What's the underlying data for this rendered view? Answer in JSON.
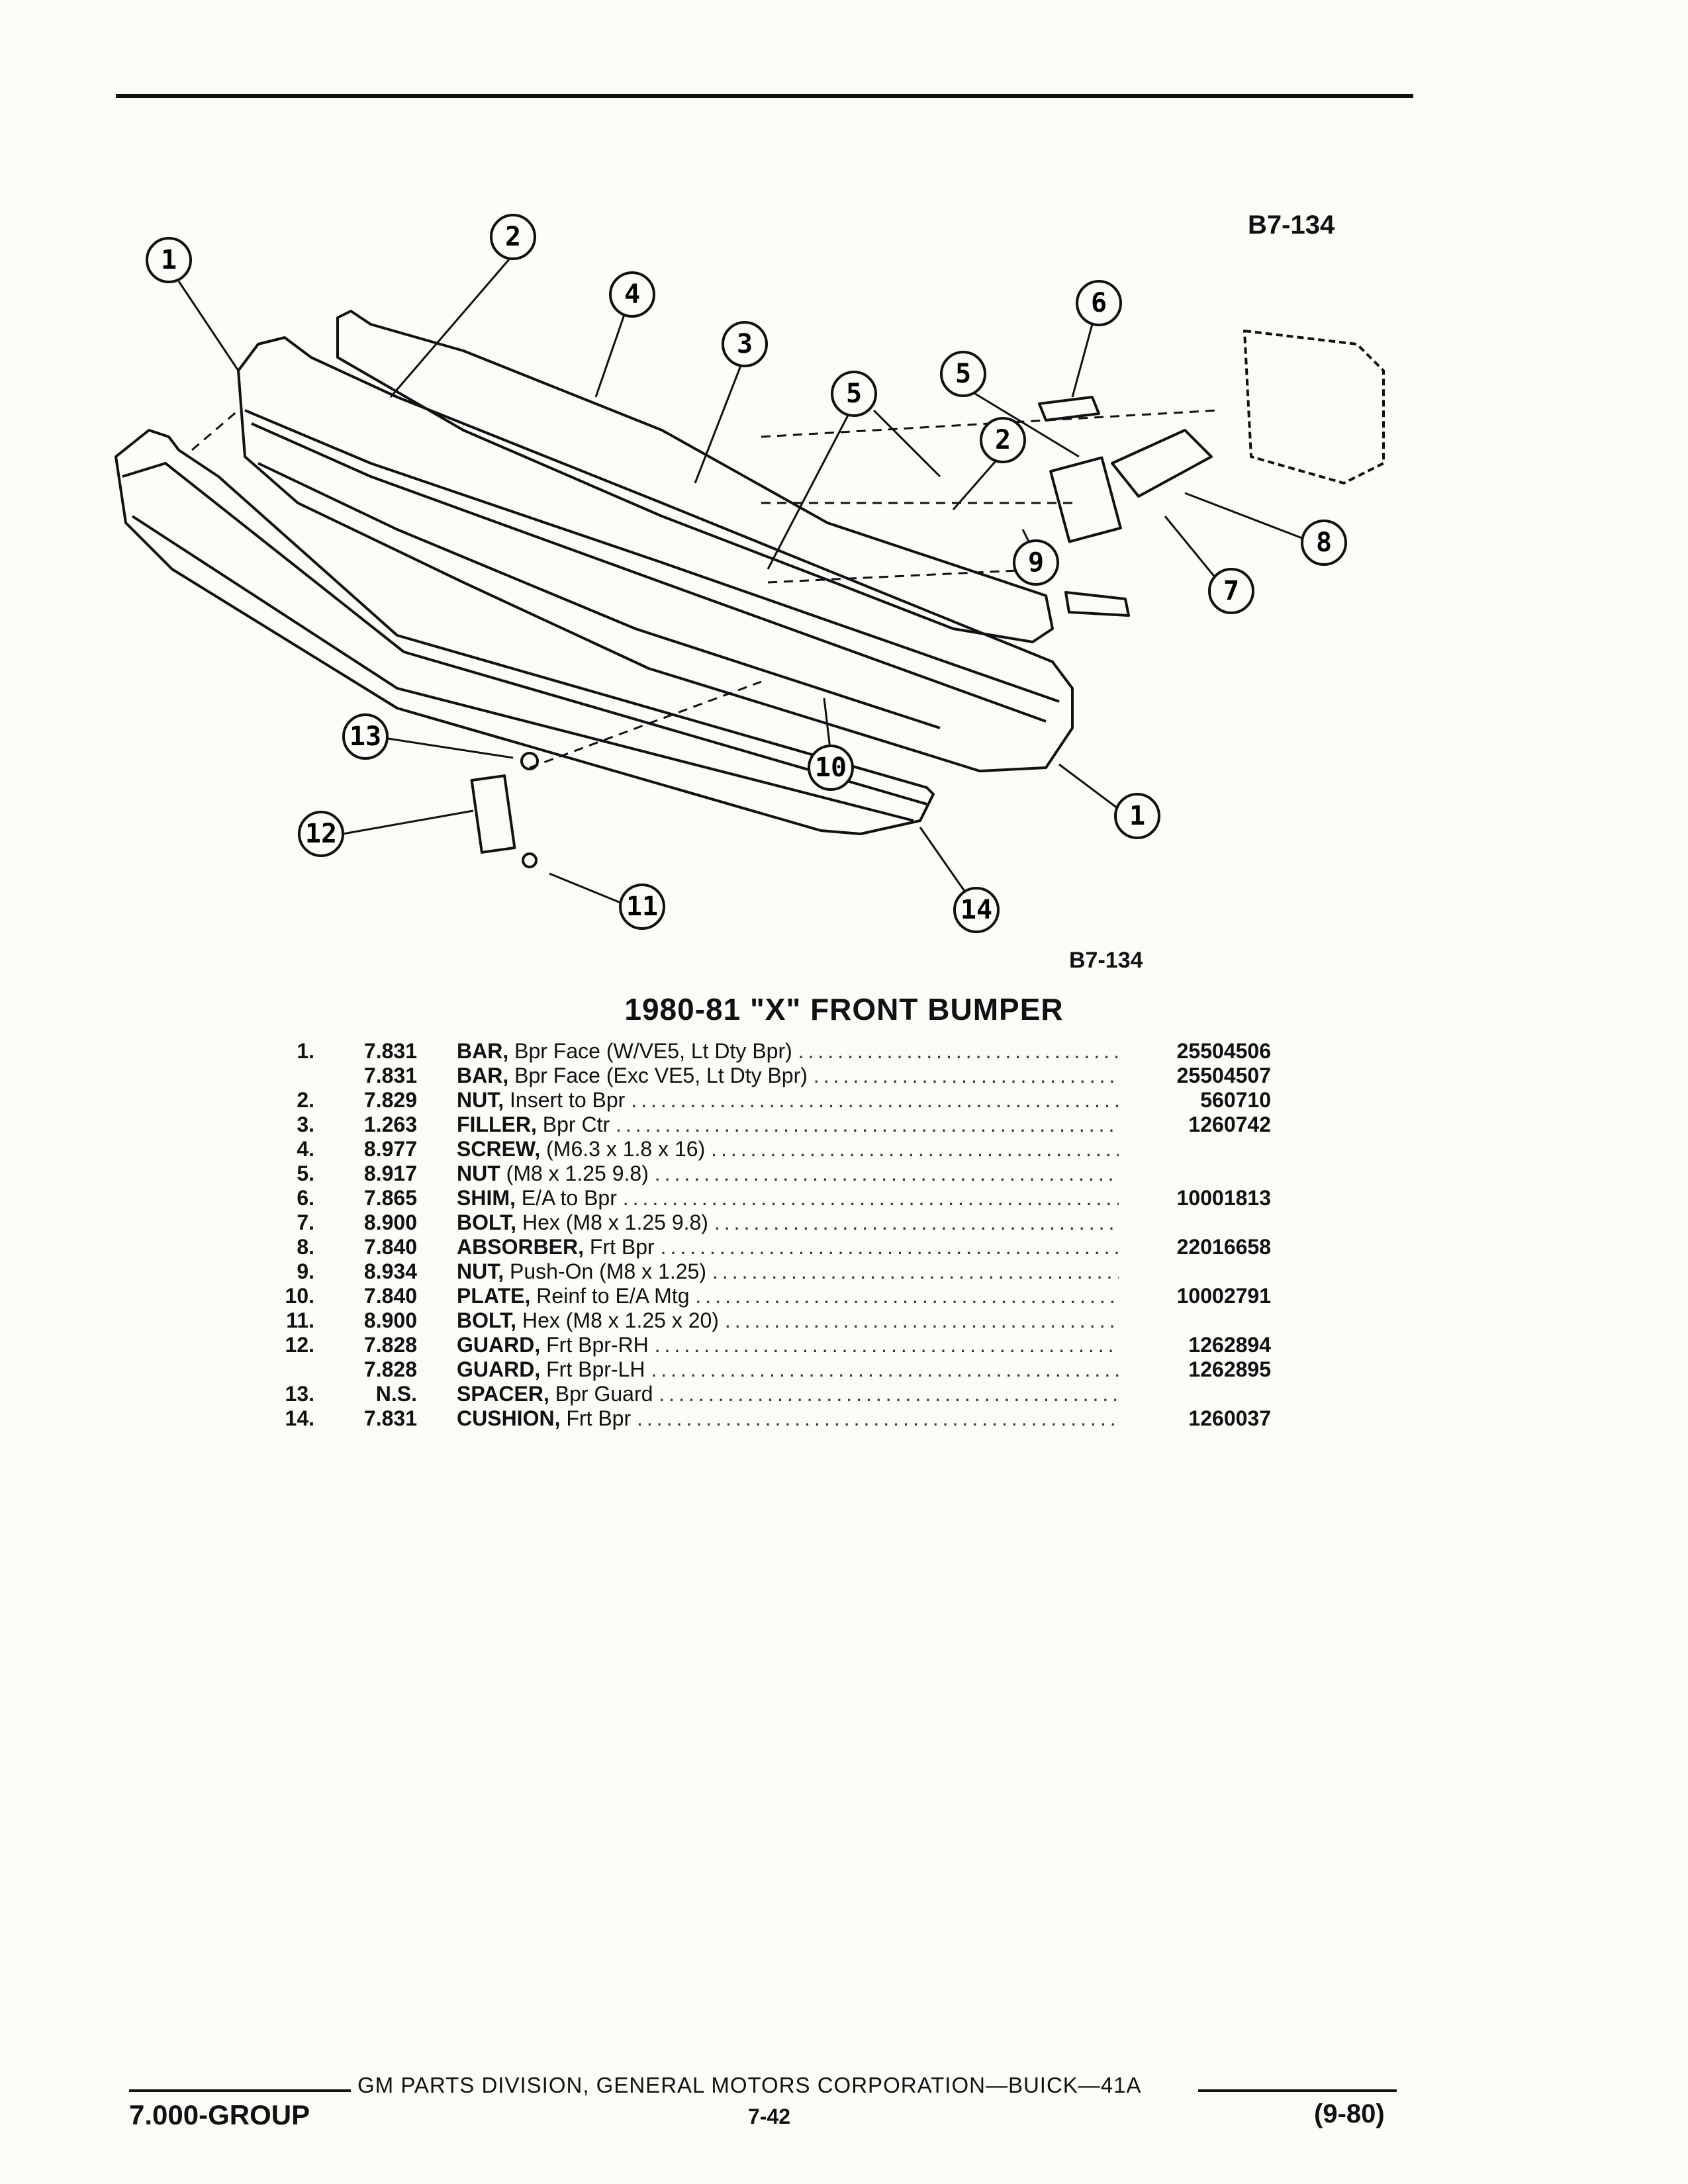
{
  "figure": {
    "code_top": "B7-134",
    "code_bottom": "B7-134",
    "callouts": [
      "1",
      "2",
      "4",
      "3",
      "5",
      "5",
      "2",
      "6",
      "8",
      "9",
      "7",
      "10",
      "13",
      "12",
      "11",
      "14",
      "1"
    ]
  },
  "title": "1980-81 \"X\" FRONT BUMPER",
  "parts": [
    {
      "num": "1.",
      "group": "7.831",
      "name": "BAR,",
      "desc": "Bpr Face (W/VE5, Lt Dty Bpr)",
      "part": "25504506"
    },
    {
      "num": "",
      "group": "7.831",
      "name": "BAR,",
      "desc": "Bpr Face (Exc VE5, Lt Dty Bpr)",
      "part": "25504507"
    },
    {
      "num": "2.",
      "group": "7.829",
      "name": "NUT,",
      "desc": "Insert to Bpr",
      "part": "560710"
    },
    {
      "num": "3.",
      "group": "1.263",
      "name": "FILLER,",
      "desc": "Bpr Ctr",
      "part": "1260742"
    },
    {
      "num": "4.",
      "group": "8.977",
      "name": "SCREW,",
      "desc": "(M6.3 x 1.8 x 16)",
      "part": ""
    },
    {
      "num": "5.",
      "group": "8.917",
      "name": "NUT",
      "desc": "(M8 x 1.25 9.8)",
      "part": ""
    },
    {
      "num": "6.",
      "group": "7.865",
      "name": "SHIM,",
      "desc": "E/A to Bpr",
      "part": "10001813"
    },
    {
      "num": "7.",
      "group": "8.900",
      "name": "BOLT,",
      "desc": "Hex (M8 x 1.25 9.8)",
      "part": ""
    },
    {
      "num": "8.",
      "group": "7.840",
      "name": "ABSORBER,",
      "desc": "Frt Bpr",
      "part": "22016658"
    },
    {
      "num": "9.",
      "group": "8.934",
      "name": "NUT,",
      "desc": "Push-On (M8 x 1.25)",
      "part": ""
    },
    {
      "num": "10.",
      "group": "7.840",
      "name": "PLATE,",
      "desc": "Reinf to E/A Mtg",
      "part": "10002791"
    },
    {
      "num": "11.",
      "group": "8.900",
      "name": "BOLT,",
      "desc": "Hex (M8 x 1.25 x 20)",
      "part": ""
    },
    {
      "num": "12.",
      "group": "7.828",
      "name": "GUARD,",
      "desc": "Frt Bpr-RH",
      "part": "1262894"
    },
    {
      "num": "",
      "group": "7.828",
      "name": "GUARD,",
      "desc": "Frt Bpr-LH",
      "part": "1262895"
    },
    {
      "num": "13.",
      "group": "N.S.",
      "name": "SPACER,",
      "desc": "Bpr Guard",
      "part": ""
    },
    {
      "num": "14.",
      "group": "7.831",
      "name": "CUSHION,",
      "desc": "Frt Bpr",
      "part": "1260037"
    }
  ],
  "footer": {
    "text": "GM PARTS DIVISION, GENERAL MOTORS CORPORATION—BUICK—41A",
    "group": "7.000-GROUP",
    "page": "7-42",
    "date": "(9-80)"
  }
}
